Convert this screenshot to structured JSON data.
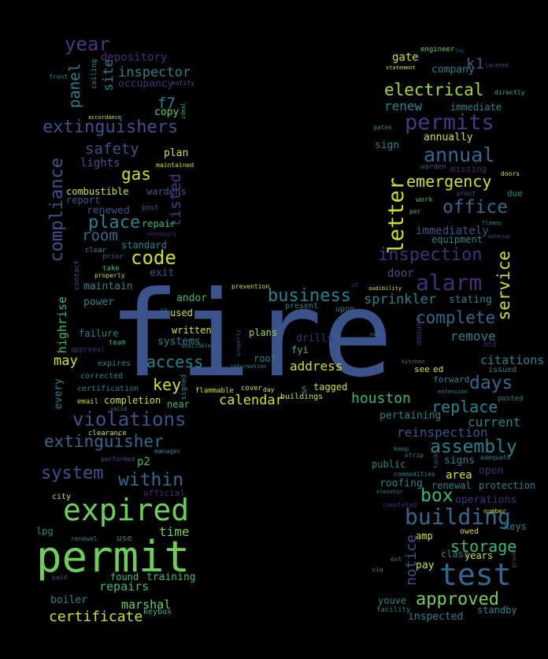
{
  "palette": {
    "background": "#000000",
    "dark_purple": "#472c7a",
    "purple": "#443983",
    "blue_purple": "#3b528b",
    "blue": "#31688e",
    "teal_blue": "#26828e",
    "teal": "#1f9e89",
    "green_teal": "#35b779",
    "green": "#6ece58",
    "light_green": "#9fd938",
    "yellow": "#cde11d"
  },
  "words": [
    {
      "text": "fire",
      "color": "#3b528b"
    },
    {
      "text": "permit",
      "color": "#6ece58"
    },
    {
      "text": "expired",
      "color": "#6ece58"
    },
    {
      "text": "test",
      "color": "#31688e"
    },
    {
      "text": "building",
      "color": "#31688e"
    },
    {
      "text": "alarm",
      "color": "#472c7a"
    },
    {
      "text": "permits",
      "color": "#443983"
    },
    {
      "text": "extinguishers",
      "color": "#3b528b"
    },
    {
      "text": "violations",
      "color": "#3b528b"
    },
    {
      "text": "extinguisher",
      "color": "#31688e"
    },
    {
      "text": "code",
      "color": "#cde11d"
    },
    {
      "text": "compliance",
      "color": "#3b528b"
    },
    {
      "text": "inspection",
      "color": "#472c7a"
    },
    {
      "text": "within",
      "color": "#31688e"
    },
    {
      "text": "system",
      "color": "#3b528b"
    },
    {
      "text": "annual",
      "color": "#31688e"
    },
    {
      "text": "office",
      "color": "#31688e"
    },
    {
      "text": "letter",
      "color": "#cde11d"
    },
    {
      "text": "service",
      "color": "#cde11d"
    },
    {
      "text": "business",
      "color": "#26828e"
    },
    {
      "text": "electrical",
      "color": "#9fd938"
    },
    {
      "text": "emergency",
      "color": "#cde11d"
    },
    {
      "text": "days",
      "color": "#31688e"
    },
    {
      "text": "assembly",
      "color": "#26828e"
    },
    {
      "text": "year",
      "color": "#443983"
    },
    {
      "text": "panel",
      "color": "#26828e"
    },
    {
      "text": "place",
      "color": "#26828e"
    },
    {
      "text": "gas",
      "color": "#cde11d"
    },
    {
      "text": "access",
      "color": "#26828e"
    },
    {
      "text": "approved",
      "color": "#6ece58"
    },
    {
      "text": "box",
      "color": "#35b779"
    },
    {
      "text": "complete",
      "color": "#31688e"
    },
    {
      "text": "replace",
      "color": "#26828e"
    },
    {
      "text": "listed",
      "color": "#443983"
    },
    {
      "text": "notice",
      "color": "#3b528b"
    },
    {
      "text": "key",
      "color": "#cde11d"
    },
    {
      "text": "storage",
      "color": "#35b779"
    },
    {
      "text": "safety",
      "color": "#3b528b"
    },
    {
      "text": "room",
      "color": "#31688e"
    },
    {
      "text": "houston",
      "color": "#35b779"
    },
    {
      "text": "calendar",
      "color": "#cde11d"
    },
    {
      "text": "certificate",
      "color": "#cde11d"
    },
    {
      "text": "sprinkler",
      "color": "#26828e"
    },
    {
      "text": "may",
      "color": "#cde11d"
    },
    {
      "text": "site",
      "color": "#26828e"
    },
    {
      "text": "inspector",
      "color": "#26828e"
    },
    {
      "text": "f7",
      "color": "#26828e"
    },
    {
      "text": "k1",
      "color": "#3b528b"
    },
    {
      "text": "highrise",
      "color": "#35b779"
    },
    {
      "text": "address",
      "color": "#cde11d"
    },
    {
      "text": "reinspection",
      "color": "#3b528b"
    },
    {
      "text": "current",
      "color": "#26828e"
    },
    {
      "text": "remove",
      "color": "#26828e"
    },
    {
      "text": "citations",
      "color": "#26828e"
    },
    {
      "text": "repairs",
      "color": "#35b779"
    },
    {
      "text": "time",
      "color": "#6ece58"
    },
    {
      "text": "marshal",
      "color": "#6ece58"
    },
    {
      "text": "depository",
      "color": "#472c7a"
    },
    {
      "text": "renew",
      "color": "#26828e"
    },
    {
      "text": "gate",
      "color": "#cde11d"
    },
    {
      "text": "company",
      "color": "#26828e"
    },
    {
      "text": "sign",
      "color": "#26828e"
    },
    {
      "text": "annually",
      "color": "#cde11d"
    },
    {
      "text": "plan",
      "color": "#cde11d"
    },
    {
      "text": "lights",
      "color": "#3b528b"
    },
    {
      "text": "occupancy",
      "color": "#472c7a"
    },
    {
      "text": "copy",
      "color": "#6ece58"
    },
    {
      "text": "immediate",
      "color": "#26828e"
    },
    {
      "text": "immediately",
      "color": "#3b528b"
    },
    {
      "text": "equipment",
      "color": "#26828e"
    },
    {
      "text": "door",
      "color": "#3b528b"
    },
    {
      "text": "renewed",
      "color": "#3b528b"
    },
    {
      "text": "repair",
      "color": "#35b779"
    },
    {
      "text": "combustible",
      "color": "#cde11d"
    },
    {
      "text": "wardens",
      "color": "#3b528b"
    },
    {
      "text": "report",
      "color": "#3b528b"
    },
    {
      "text": "exit",
      "color": "#3b528b"
    },
    {
      "text": "maintain",
      "color": "#26828e"
    },
    {
      "text": "power",
      "color": "#26828e"
    },
    {
      "text": "andor",
      "color": "#35b779"
    },
    {
      "text": "standard",
      "color": "#26828e"
    },
    {
      "text": "stating",
      "color": "#26828e"
    },
    {
      "text": "systems",
      "color": "#26828e"
    },
    {
      "text": "roof",
      "color": "#26828e"
    },
    {
      "text": "fyi",
      "color": "#35b779"
    },
    {
      "text": "drills",
      "color": "#472c7a"
    },
    {
      "text": "plans",
      "color": "#9fd938"
    },
    {
      "text": "tagged",
      "color": "#cde11d"
    },
    {
      "text": "completion",
      "color": "#cde11d"
    },
    {
      "text": "near",
      "color": "#35b779"
    },
    {
      "text": "every",
      "color": "#26828e"
    },
    {
      "text": "p2",
      "color": "#35b779"
    },
    {
      "text": "failure",
      "color": "#26828e"
    },
    {
      "text": "written",
      "color": "#cde11d"
    },
    {
      "text": "used",
      "color": "#cde11d"
    },
    {
      "text": "pertaining",
      "color": "#26828e"
    },
    {
      "text": "public",
      "color": "#26828e"
    },
    {
      "text": "signs",
      "color": "#26828e"
    },
    {
      "text": "area",
      "color": "#cde11d"
    },
    {
      "text": "open",
      "color": "#472c7a"
    },
    {
      "text": "operations",
      "color": "#472c7a"
    },
    {
      "text": "roofing",
      "color": "#26828e"
    },
    {
      "text": "renewal",
      "color": "#26828e"
    },
    {
      "text": "protection",
      "color": "#26828e"
    },
    {
      "text": "years",
      "color": "#cde11d"
    },
    {
      "text": "pay",
      "color": "#cde11d"
    },
    {
      "text": "class",
      "color": "#26828e"
    },
    {
      "text": "amp",
      "color": "#cde11d"
    },
    {
      "text": "standby",
      "color": "#26828e"
    },
    {
      "text": "inspected",
      "color": "#26828e"
    },
    {
      "text": "youve",
      "color": "#26828e"
    },
    {
      "text": "keys",
      "color": "#26828e"
    },
    {
      "text": "owed",
      "color": "#cde11d"
    },
    {
      "text": "training",
      "color": "#35b779"
    },
    {
      "text": "found",
      "color": "#35b779"
    },
    {
      "text": "boiler",
      "color": "#26828e"
    },
    {
      "text": "lpg",
      "color": "#26828e"
    },
    {
      "text": "use",
      "color": "#26828e"
    },
    {
      "text": "keybox",
      "color": "#35b779"
    },
    {
      "text": "official",
      "color": "#472c7a"
    },
    {
      "text": "city",
      "color": "#cde11d"
    },
    {
      "text": "expires",
      "color": "#26828e"
    },
    {
      "text": "corrected",
      "color": "#26828e"
    },
    {
      "text": "certification",
      "color": "#26828e"
    },
    {
      "text": "email",
      "color": "#cde11d"
    },
    {
      "text": "team",
      "color": "#35b779"
    },
    {
      "text": "approval",
      "color": "#472c7a"
    },
    {
      "text": "post",
      "color": "#3b528b"
    },
    {
      "text": "clear",
      "color": "#26828e"
    },
    {
      "text": "take",
      "color": "#35b779"
    },
    {
      "text": "prior",
      "color": "#3b528b"
    },
    {
      "text": "properly",
      "color": "#cde11d"
    },
    {
      "text": "contact",
      "color": "#3b528b"
    },
    {
      "text": "ceiling",
      "color": "#26828e"
    },
    {
      "text": "front",
      "color": "#26828e"
    },
    {
      "text": "accordance",
      "color": "#cde11d"
    },
    {
      "text": "maintained",
      "color": "#cde11d"
    },
    {
      "text": "necessary",
      "color": "#472c7a"
    },
    {
      "text": "notify",
      "color": "#3b528b"
    },
    {
      "text": "ideal",
      "color": "#35b779"
    },
    {
      "text": "engineer",
      "color": "#6ece58"
    },
    {
      "text": "tag",
      "color": "#3b528b"
    },
    {
      "text": "statement",
      "color": "#cde11d"
    },
    {
      "text": "located",
      "color": "#3b528b"
    },
    {
      "text": "directly",
      "color": "#35b779"
    },
    {
      "text": "gates",
      "color": "#26828e"
    },
    {
      "text": "missing",
      "color": "#472c7a"
    },
    {
      "text": "warden",
      "color": "#3b528b"
    },
    {
      "text": "doors",
      "color": "#cde11d"
    },
    {
      "text": "work",
      "color": "#35b779"
    },
    {
      "text": "per",
      "color": "#35b779"
    },
    {
      "text": "due",
      "color": "#26828e"
    },
    {
      "text": "proof",
      "color": "#3b528b"
    },
    {
      "text": "flames",
      "color": "#26828e"
    },
    {
      "text": "material",
      "color": "#3b528b"
    },
    {
      "text": "prevention",
      "color": "#cde11d"
    },
    {
      "text": "audibility",
      "color": "#cde11d"
    },
    {
      "text": "present",
      "color": "#26828e"
    },
    {
      "text": "upon",
      "color": "#26828e"
    },
    {
      "text": "ut",
      "color": "#472c7a"
    },
    {
      "text": "h3",
      "color": "#26828e"
    },
    {
      "text": "available",
      "color": "#26828e"
    },
    {
      "text": "property",
      "color": "#3b528b"
    },
    {
      "text": "information",
      "color": "#26828e"
    },
    {
      "text": "main",
      "color": "#26828e"
    },
    {
      "text": "kitchen",
      "color": "#26828e"
    },
    {
      "text": "amount",
      "color": "#472c7a"
    },
    {
      "text": "see",
      "color": "#cde11d"
    },
    {
      "text": "ed",
      "color": "#cde11d"
    },
    {
      "text": "hfd",
      "color": "#472c7a"
    },
    {
      "text": "issued",
      "color": "#26828e"
    },
    {
      "text": "forward",
      "color": "#26828e"
    },
    {
      "text": "extension",
      "color": "#26828e"
    },
    {
      "text": "posted",
      "color": "#26828e"
    },
    {
      "text": "s",
      "color": "#26828e"
    },
    {
      "text": "signed",
      "color": "#26828e"
    },
    {
      "text": "flammable",
      "color": "#cde11d"
    },
    {
      "text": "cover",
      "color": "#cde11d"
    },
    {
      "text": "day",
      "color": "#cde11d"
    },
    {
      "text": "buildings",
      "color": "#cde11d"
    },
    {
      "text": "valid",
      "color": "#26828e"
    },
    {
      "text": "clearance",
      "color": "#cde11d"
    },
    {
      "text": "performed",
      "color": "#3b528b"
    },
    {
      "text": "manager",
      "color": "#26828e"
    },
    {
      "text": "keep",
      "color": "#26828e"
    },
    {
      "text": "strip",
      "color": "#26828e"
    },
    {
      "text": "tank",
      "color": "#3b528b"
    },
    {
      "text": "adequate",
      "color": "#26828e"
    },
    {
      "text": "commodities",
      "color": "#26828e"
    },
    {
      "text": "elevator",
      "color": "#26828e"
    },
    {
      "text": "completed",
      "color": "#472c7a"
    },
    {
      "text": "number",
      "color": "#cde11d"
    },
    {
      "text": "renewel",
      "color": "#26828e"
    },
    {
      "text": "paid",
      "color": "#3b528b"
    },
    {
      "text": "ext",
      "color": "#26828e"
    },
    {
      "text": "via",
      "color": "#26828e"
    },
    {
      "text": "facility",
      "color": "#26828e"
    },
    {
      "text": "ground",
      "color": "#3b528b"
    }
  ]
}
